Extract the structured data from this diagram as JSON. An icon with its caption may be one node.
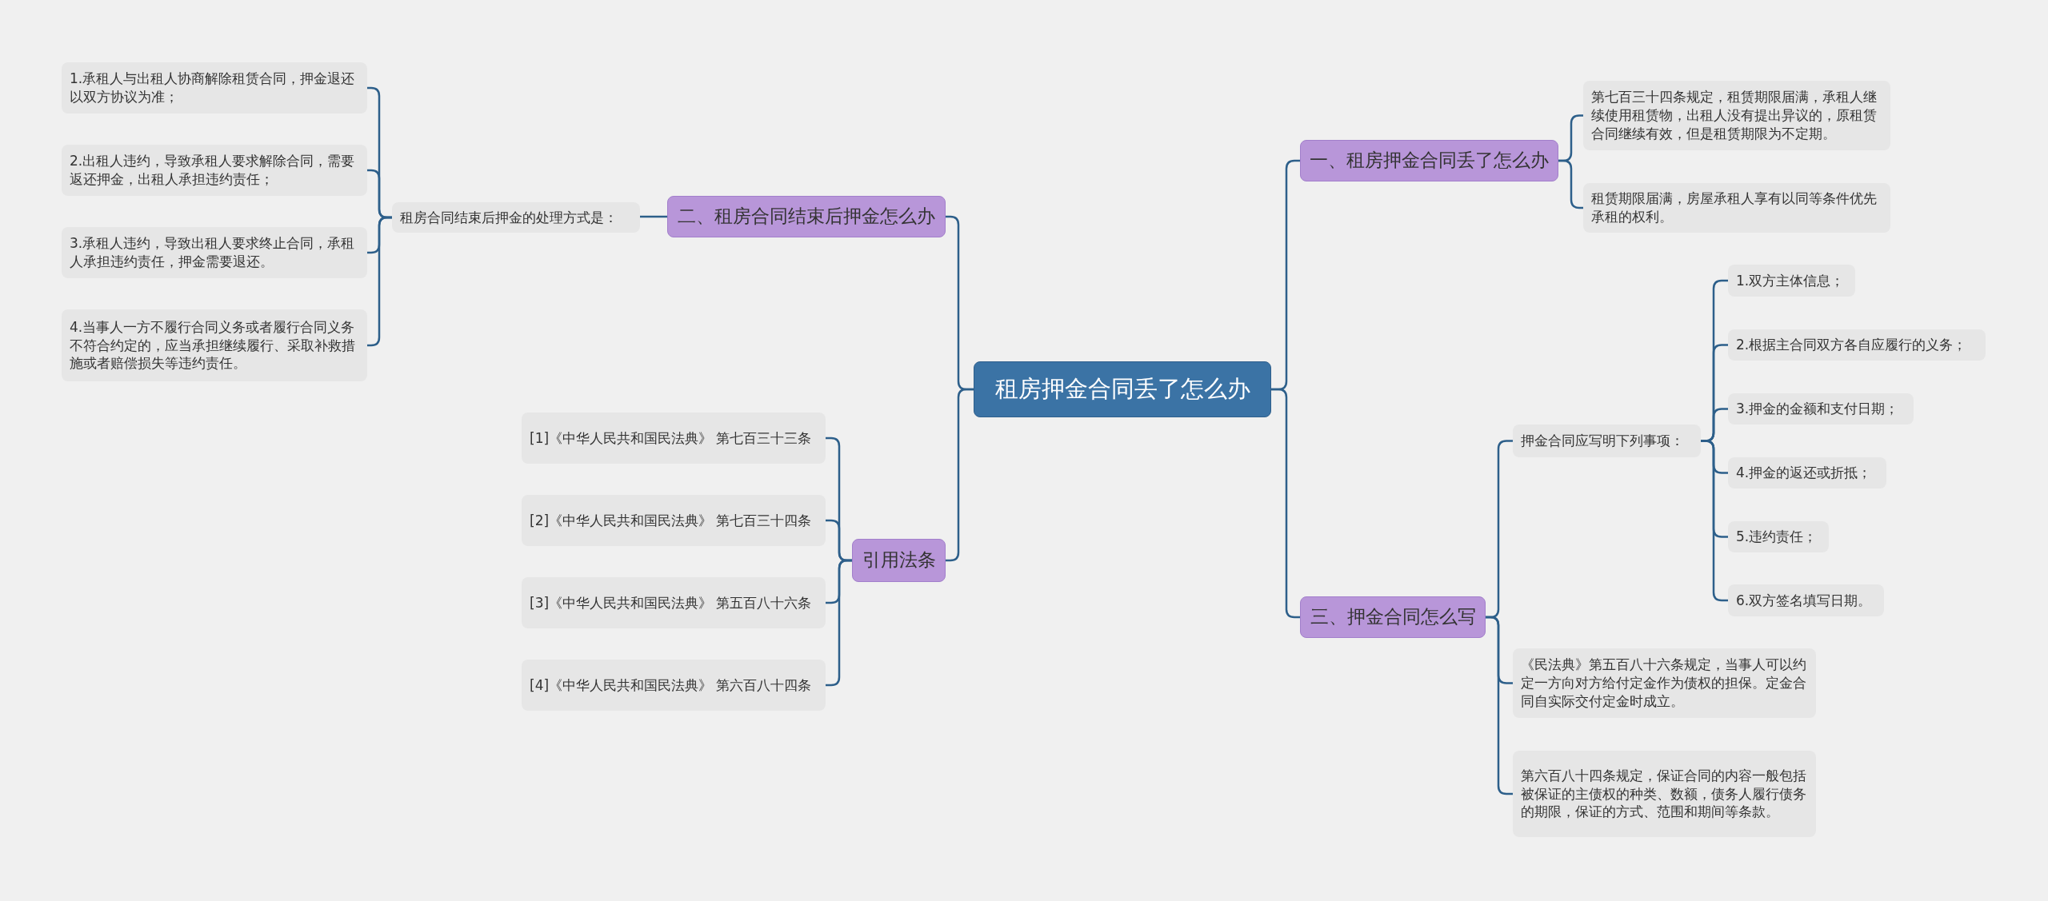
{
  "diagram": {
    "nodes": [
      {
        "text": [
          "租房押金合同丢了怎么办"
        ]
      },
      {
        "text": [
          "一、租房押金合同丢了怎么办"
        ]
      },
      {
        "text": [
          "第七百三十四条规定，租赁期限届满，承租人继续使用租赁物，出租人没有提出异议的，原租赁合同继续有效，但是租赁期限为不定期。"
        ]
      },
      {
        "text": [
          "租赁期限届满，房屋承租人享有以同等条件优先承租的权利。"
        ]
      },
      {
        "text": [
          "三、押金合同怎么写"
        ]
      },
      {
        "text": [
          "押金合同应写明下列事项："
        ]
      },
      {
        "text": [
          "1.双方主体信息；"
        ]
      },
      {
        "text": [
          "2.根据主合同双方各自应履行的义务；"
        ]
      },
      {
        "text": [
          "3.押金的金额和支付日期；"
        ]
      },
      {
        "text": [
          "4.押金的返还或折抵；"
        ]
      },
      {
        "text": [
          "5.违约责任；"
        ]
      },
      {
        "text": [
          "6.双方签名填写日期。"
        ]
      },
      {
        "text": [
          "《民法典》第五百八十六条规定，当事人可以约定一方向对方给付定金作为债权的担保。定金合同自实际交付定金时成立。"
        ]
      },
      {
        "text": [
          "第六百八十四条规定，保证合同的内容一般包括被保证的主债权的种类、数额，债务人履行债务的期限，保证的方式、范围和期间等条款。"
        ]
      },
      {
        "text": [
          "二、租房合同结束后押金怎么办"
        ]
      },
      {
        "text": [
          "租房合同结束后押金的处理方式是："
        ]
      },
      {
        "text": [
          "1.承租人与出租人协商解除租赁合同，押金退还以双方协议为准；"
        ]
      },
      {
        "text": [
          "2.出租人违约，导致承租人要求解除合同，需要返还押金，出租人承担违约责任；"
        ]
      },
      {
        "text": [
          "3.承租人违约，导致出租人要求终止合同，承租人承担违约责任，押金需要退还。"
        ]
      },
      {
        "text": [
          "4.当事人一方不履行合同义务或者履行合同义务不符合约定的，应当承担继续履行、采取补救措施或者赔偿损失等违约责任。"
        ]
      },
      {
        "text": [
          "引用法条"
        ]
      },
      {
        "text": [
          "[1]《中华人民共和国民法典》 第七百三十三条"
        ]
      },
      {
        "text": [
          "[2]《中华人民共和国民法典》 第七百三十四条"
        ]
      },
      {
        "text": [
          "[3]《中华人民共和国民法典》 第五百八十六条"
        ]
      },
      {
        "text": [
          "[4]《中华人民共和国民法典》 第六百八十四条"
        ]
      }
    ],
    "edges": [
      {
        "from": 0,
        "to": 1,
        "arrow": "none"
      },
      {
        "from": 1,
        "to": 2,
        "arrow": "none"
      },
      {
        "from": 1,
        "to": 3,
        "arrow": "none"
      },
      {
        "from": 0,
        "to": 4,
        "arrow": "none"
      },
      {
        "from": 4,
        "to": 5,
        "arrow": "none"
      },
      {
        "from": 5,
        "to": 6,
        "arrow": "none"
      },
      {
        "from": 5,
        "to": 7,
        "arrow": "none"
      },
      {
        "from": 5,
        "to": 8,
        "arrow": "none"
      },
      {
        "from": 5,
        "to": 9,
        "arrow": "none"
      },
      {
        "from": 5,
        "to": 10,
        "arrow": "none"
      },
      {
        "from": 5,
        "to": 11,
        "arrow": "none"
      },
      {
        "from": 4,
        "to": 12,
        "arrow": "none"
      },
      {
        "from": 4,
        "to": 13,
        "arrow": "none"
      },
      {
        "from": 0,
        "to": 14,
        "arrow": "none"
      },
      {
        "from": 14,
        "to": 15,
        "arrow": "none"
      },
      {
        "from": 15,
        "to": 16,
        "arrow": "none"
      },
      {
        "from": 15,
        "to": 17,
        "arrow": "none"
      },
      {
        "from": 15,
        "to": 18,
        "arrow": "none"
      },
      {
        "from": 15,
        "to": 19,
        "arrow": "none"
      },
      {
        "from": 0,
        "to": 20,
        "arrow": "none"
      },
      {
        "from": 20,
        "to": 21,
        "arrow": "none"
      },
      {
        "from": 20,
        "to": 22,
        "arrow": "none"
      },
      {
        "from": 20,
        "to": 23,
        "arrow": "none"
      },
      {
        "from": 20,
        "to": 24,
        "arrow": "none"
      }
    ]
  }
}
